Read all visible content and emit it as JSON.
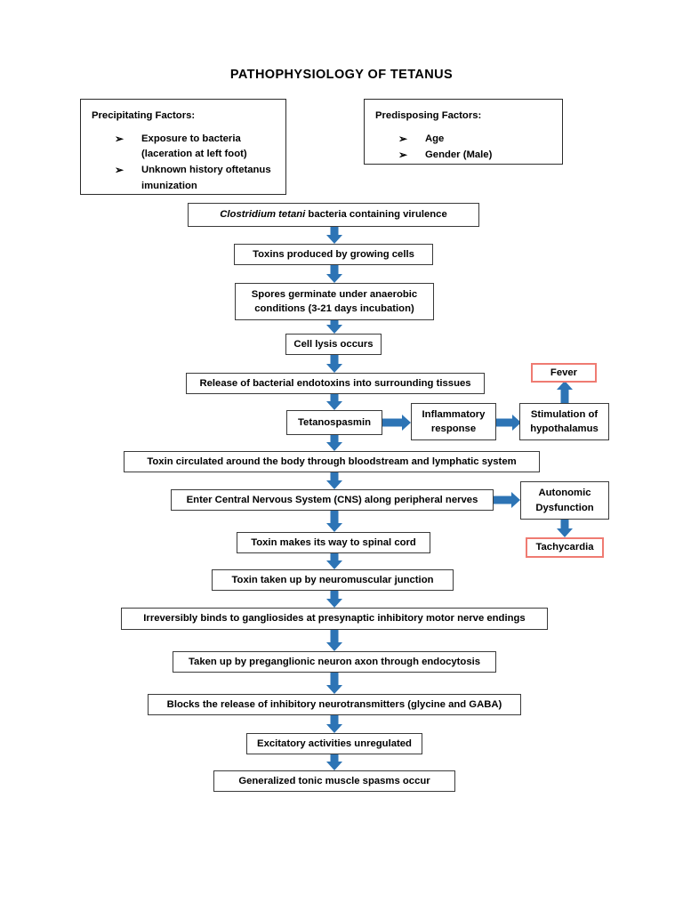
{
  "title": "PATHOPHYSIOLOGY OF TETANUS",
  "factors": {
    "precipitating": {
      "header": "Precipitating Factors:",
      "bullet_glyph": "➢",
      "items": [
        "Exposure to bacteria (laceration at left foot)",
        "Unknown history oftetanus imunization"
      ]
    },
    "predisposing": {
      "header": "Predisposing Factors:",
      "bullet_glyph": "➢",
      "items": [
        "Age",
        "Gender (Male)"
      ]
    }
  },
  "flow": {
    "n1_italic": "Clostridium tetani",
    "n1_rest": " bacteria containing virulence",
    "n2": "Toxins produced by growing cells",
    "n3": "Spores germinate under anaerobic conditions (3-21 days incubation)",
    "n4": "Cell lysis occurs",
    "n5": "Release of bacterial endotoxins into surrounding tissues",
    "n6": "Tetanospasmin",
    "n7": "Inflammatory response",
    "n8": "Stimulation of hypothalamus",
    "n9": "Fever",
    "n10": "Toxin circulated around the body through bloodstream and lymphatic system",
    "n11": "Enter Central Nervous System (CNS) along peripheral nerves",
    "n12": "Autonomic Dysfunction",
    "n13": "Tachycardia",
    "n14": "Toxin makes its way to spinal cord",
    "n15": "Toxin taken up by neuromuscular junction",
    "n16": "Irreversibly binds to gangliosides at presynaptic inhibitory motor nerve endings",
    "n17": "Taken up by preganglionic neuron axon through endocytosis",
    "n18": "Blocks the release of inhibitory neurotransmitters (glycine and GABA)",
    "n19": "Excitatory activities unregulated",
    "n20": "Generalized tonic muscle spasms occur"
  },
  "colors": {
    "arrow_blue": "#2d74b5",
    "box_border": "#3a3a3a",
    "highlight_red": "#ef7b72"
  }
}
